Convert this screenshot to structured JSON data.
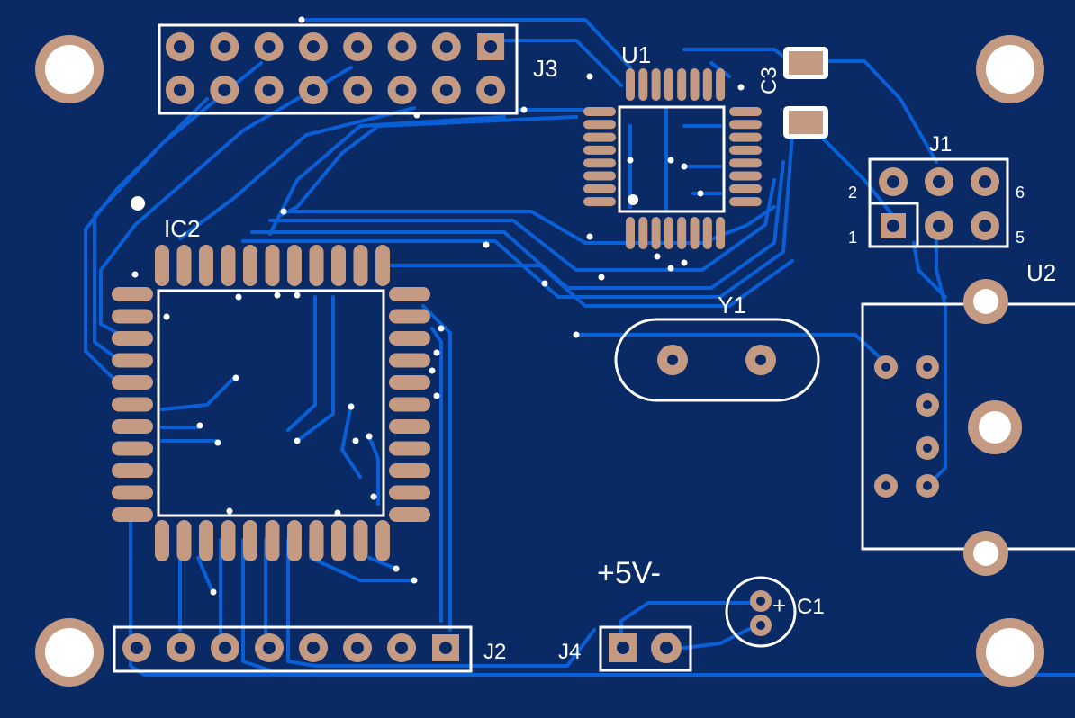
{
  "colors": {
    "board": "#0a2a66",
    "trace": "#0a5fd6",
    "pad": "#c49a82",
    "silkscreen": "#ffffff",
    "mount_hole": "#f5e9dc"
  },
  "labels": {
    "j3": "J3",
    "u1": "U1",
    "c3": "C3",
    "j1": "J1",
    "j1_pin2": "2",
    "j1_pin6": "6",
    "j1_pin1": "1",
    "j1_pin5": "5",
    "u2": "U2",
    "ic2": "IC2",
    "y1": "Y1",
    "power": "+5V-",
    "c1_plus": "+",
    "c1": "C1",
    "j4": "J4",
    "j2": "J2"
  }
}
